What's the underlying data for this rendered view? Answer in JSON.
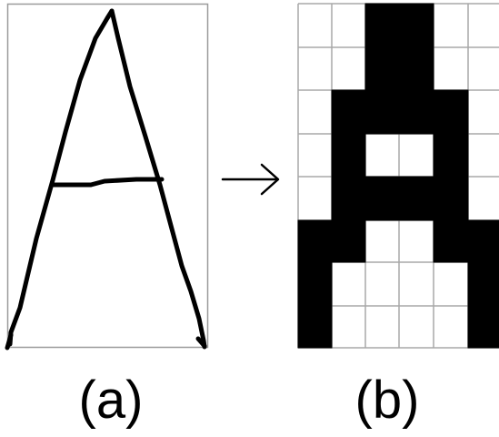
{
  "panel_a": {
    "caption": "(a)",
    "letter_drawing": "A"
  },
  "panel_b": {
    "caption": "(b)",
    "grid_rows": 8,
    "grid_cols": 6,
    "filled_cells": [
      [
        0,
        0,
        1,
        1,
        0,
        0
      ],
      [
        0,
        0,
        1,
        1,
        0,
        0
      ],
      [
        0,
        1,
        1,
        1,
        1,
        0
      ],
      [
        0,
        1,
        0,
        0,
        1,
        0
      ],
      [
        0,
        1,
        1,
        1,
        1,
        0
      ],
      [
        1,
        1,
        0,
        0,
        1,
        1
      ],
      [
        1,
        0,
        0,
        0,
        0,
        1
      ],
      [
        1,
        0,
        0,
        0,
        0,
        1
      ]
    ]
  },
  "arrow": {
    "direction": "right"
  },
  "colors": {
    "ink": "#000000",
    "paper": "#ffffff",
    "frame_border": "#9a9a9a",
    "grid_line": "#a8a8a8"
  }
}
